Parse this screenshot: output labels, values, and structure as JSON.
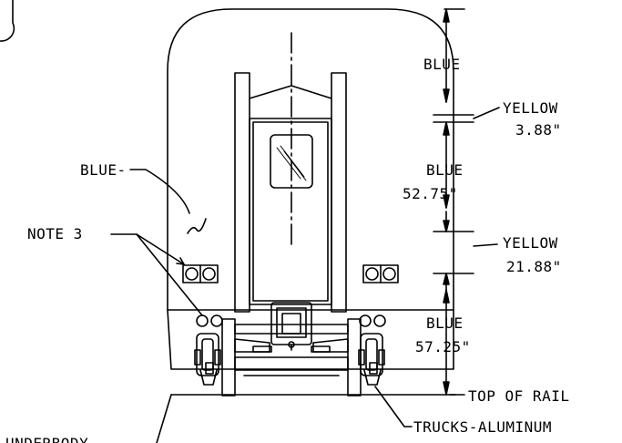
{
  "labels": {
    "blue_top": "BLUE",
    "yellow_1": "YELLOW",
    "yellow_1_dim": "3.88\"",
    "blue_mid": "BLUE",
    "blue_mid_dim": "52.75\"",
    "yellow_2": "YELLOW",
    "yellow_2_dim": "21.88\"",
    "blue_bottom": "BLUE",
    "blue_bottom_dim": "57.25\"",
    "top_of_rail": "TOP OF RAIL",
    "trucks": "TRUCKS-ALUMINUM",
    "blue_body": "BLUE-",
    "note": "NOTE 3",
    "underbody": "UNDERBODY"
  }
}
